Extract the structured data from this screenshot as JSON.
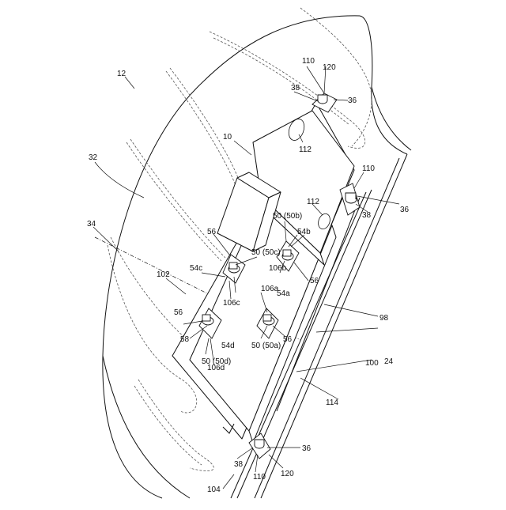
{
  "figure": {
    "labels": {
      "l12": "12",
      "l10": "10",
      "l32": "32",
      "l34": "34",
      "l102": "102",
      "l104": "104",
      "l98": "98",
      "l100": "100",
      "l24": "24",
      "l114": "114",
      "l112a": "112",
      "l112b": "112",
      "l110a": "110",
      "l110b": "110",
      "l110c": "110",
      "l120a": "120",
      "l120b": "120",
      "l36a": "36",
      "l36b": "36",
      "l36c": "36",
      "l38a": "38",
      "l38b": "38",
      "l38c": "38",
      "l56a": "56",
      "l56b": "56",
      "l56c": "56",
      "l56d": "56",
      "l58": "58",
      "l50b": "50 (50b)",
      "l50c": "50 (50c)",
      "l50a": "50 (50a)",
      "l50d": "50 (50d)",
      "l54a": "54a",
      "l54b": "54b",
      "l54c": "54c",
      "l54d": "54d",
      "l106a": "106a",
      "l106b": "106b",
      "l106c": "106c",
      "l106d": "106d"
    }
  }
}
